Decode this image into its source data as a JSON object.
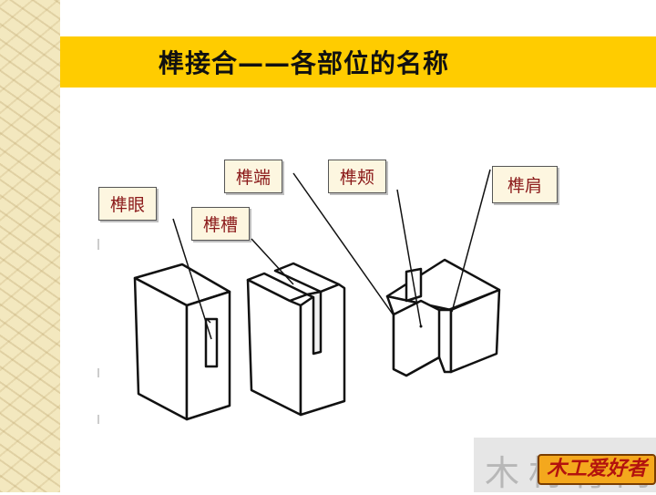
{
  "title": "榫接合——各部位的名称",
  "labels": {
    "mortise": "榫眼",
    "slot": "榫槽",
    "tenon_end": "榫端",
    "tenon_cheek": "榫颊",
    "shoulder": "榫肩"
  },
  "watermark": {
    "text": "木材育网",
    "logo": "木工爱好者"
  }
}
